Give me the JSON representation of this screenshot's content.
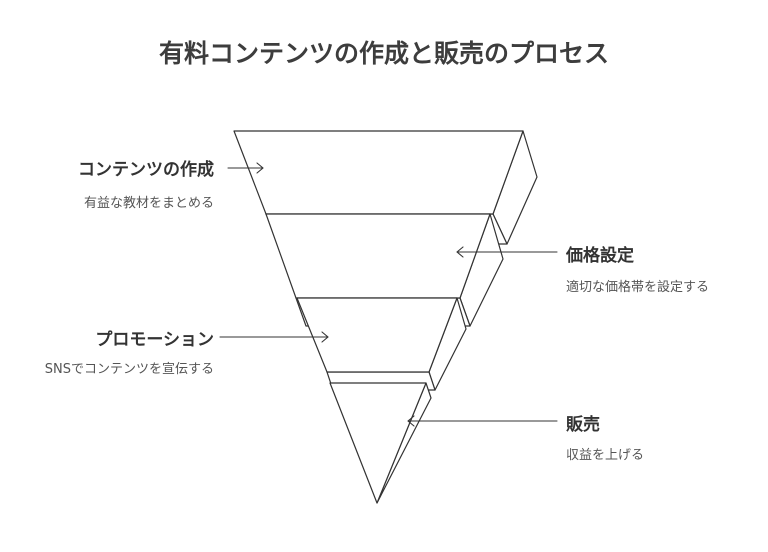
{
  "title": "有料コンテンツの作成と販売のプロセス",
  "colors": {
    "stroke": "#333333",
    "fill": "#ffffff",
    "text": "#333333"
  },
  "stages": [
    {
      "id": "content-creation",
      "label": "コンテンツの作成",
      "description": "有益な教材をまとめる"
    },
    {
      "id": "pricing",
      "label": "価格設定",
      "description": "適切な価格帯を設定する"
    },
    {
      "id": "promotion",
      "label": "プロモーション",
      "description": "SNSでコンテンツを宣伝する"
    },
    {
      "id": "sales",
      "label": "販売",
      "description": "収益を上げる"
    }
  ]
}
